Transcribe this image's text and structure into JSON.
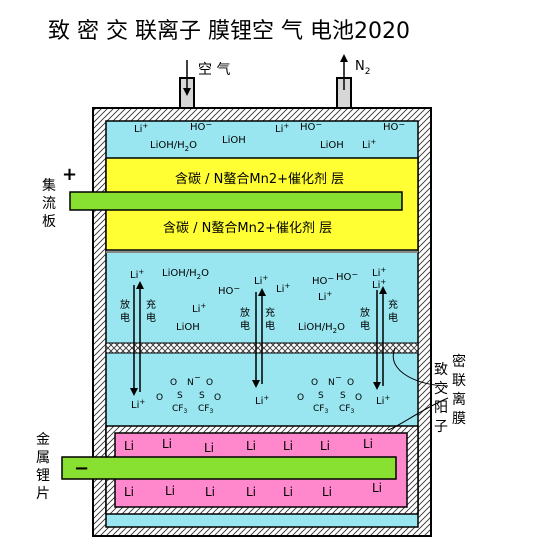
{
  "title": "致 密 交 联离子 膜锂空 气  电池2020",
  "labels": {
    "air": "空 气",
    "n2": "N",
    "n2_sub": "2",
    "plus": "+",
    "minus": "−",
    "collector": [
      "集",
      "流",
      "板"
    ],
    "metal_li": [
      "金",
      "属",
      "锂",
      "片"
    ],
    "membrane_col1": [
      "致",
      "交",
      "阳",
      "子"
    ],
    "membrane_col2": [
      "密",
      "联",
      "离",
      "膜"
    ],
    "catalyst_top": "含碳 / N螯合Mn2+催化剂 层",
    "catalyst_bottom": "含碳 / N螯合Mn2+催化剂 层",
    "discharge": [
      "放",
      "电"
    ],
    "charge": [
      "充",
      "电"
    ]
  },
  "species": {
    "li": "Li",
    "li_plus": "+",
    "ho": "HO",
    "ho_minus": "−",
    "lioh": "LiOH",
    "lioh_h2o": "LiOH/H",
    "h2o_2": "2",
    "h2o_o": "O",
    "s": "S",
    "n": "N",
    "o": "O",
    "cf3": "CF",
    "cf3_3": "3"
  },
  "colors": {
    "electrolyte": "#99e6f0",
    "catalyst": "#ffff33",
    "collector": "#88e030",
    "lithium": "#ff88cc",
    "frame": "#d6d6d6"
  }
}
